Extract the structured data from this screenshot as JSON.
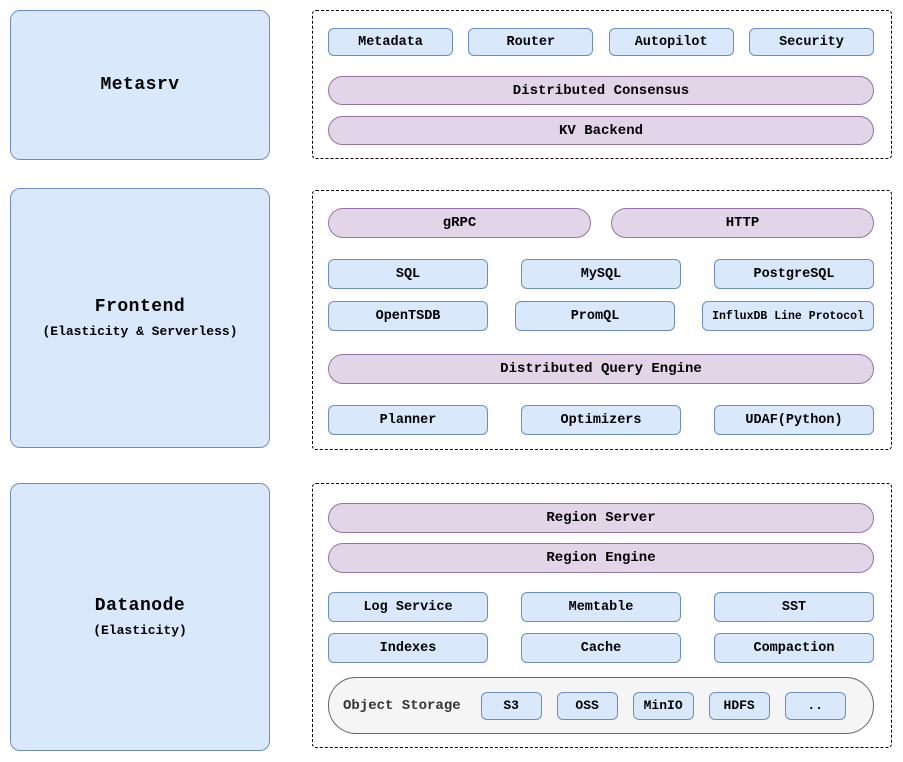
{
  "colors": {
    "node_fill": "#dae8fc",
    "node_border": "#6c8ebf",
    "pill_fill": "#e1d5e7",
    "pill_border": "#9673a6",
    "storage_fill": "#f5f5f5",
    "storage_border": "#666666"
  },
  "sections": {
    "metasrv": {
      "label": "Metasrv",
      "components": [
        "Metadata",
        "Router",
        "Autopilot",
        "Security"
      ],
      "pills": [
        "Distributed Consensus",
        "KV Backend"
      ]
    },
    "frontend": {
      "label": "Frontend",
      "sublabel": "(Elasticity & Serverless)",
      "protocol_pills": [
        "gRPC",
        "HTTP"
      ],
      "query_row1": [
        "SQL",
        "MySQL",
        "PostgreSQL"
      ],
      "query_row2": [
        "OpenTSDB",
        "PromQL",
        "InfluxDB Line Protocol"
      ],
      "engine_pill": "Distributed Query Engine",
      "engine_row": [
        "Planner",
        "Optimizers",
        "UDAF(Python)"
      ]
    },
    "datanode": {
      "label": "Datanode",
      "sublabel": "(Elasticity)",
      "pills": [
        "Region Server",
        "Region Engine"
      ],
      "storage_row1": [
        "Log Service",
        "Memtable",
        "SST"
      ],
      "storage_row2": [
        "Indexes",
        "Cache",
        "Compaction"
      ],
      "object_storage": {
        "label": "Object Storage",
        "backends": [
          "S3",
          "OSS",
          "MinIO",
          "HDFS",
          ".."
        ]
      }
    }
  }
}
